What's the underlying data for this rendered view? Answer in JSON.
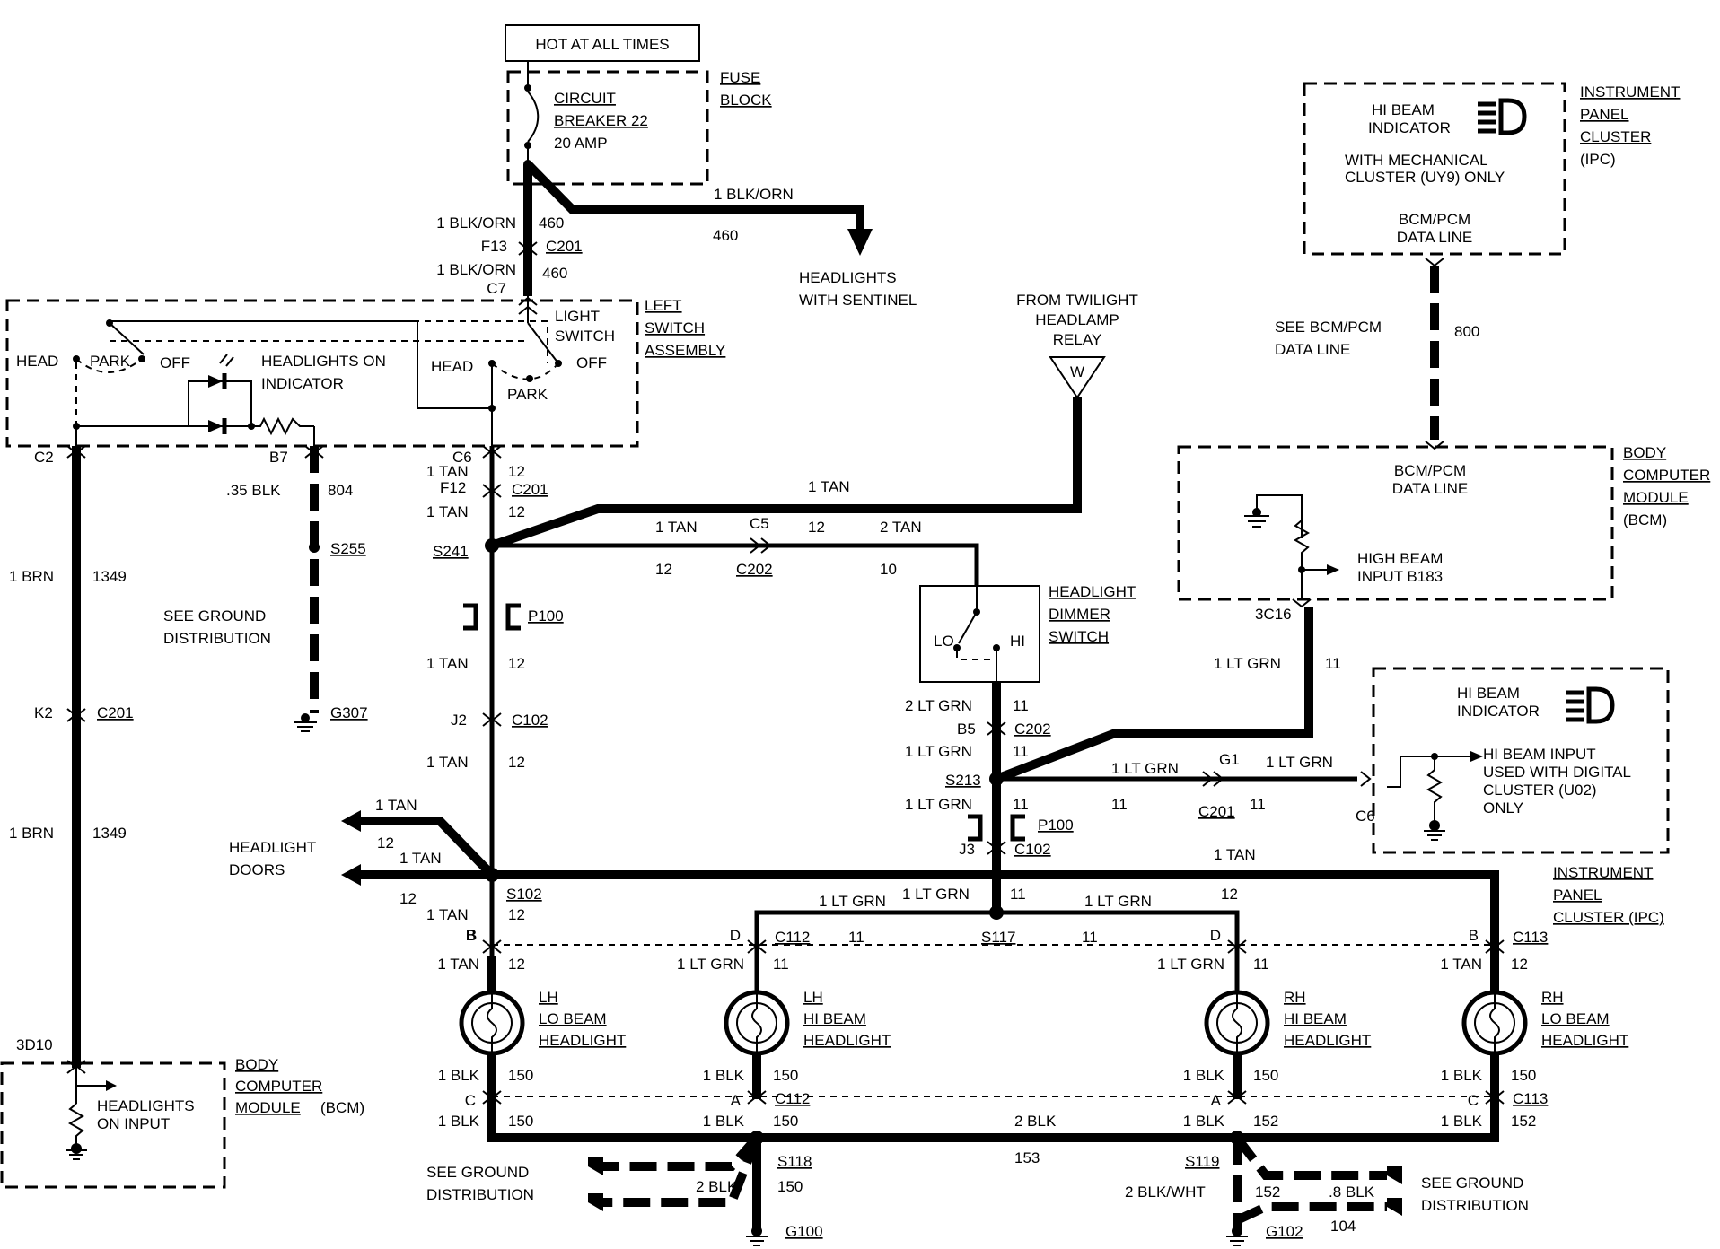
{
  "title": "HOT AT ALL TIMES",
  "fuse_block": {
    "label1": "FUSE",
    "label2": "BLOCK",
    "cb1": "CIRCUIT",
    "cb2": "BREAKER 22",
    "cb3": "20 AMP"
  },
  "feed": {
    "w1": "1 BLK/ORN",
    "c1": "460",
    "conn_pin": "F13",
    "conn": "C201",
    "w2": "1 BLK/ORN",
    "c2": "460",
    "pin2": "C7",
    "branch_w": "1 BLK/ORN",
    "branch_c": "460",
    "branch_to1": "HEADLIGHTS",
    "branch_to2": "WITH SENTINEL"
  },
  "light_switch": {
    "l1": "LEFT",
    "l2": "SWITCH",
    "l3": "ASSEMBLY",
    "name1": "LIGHT",
    "name2": "SWITCH",
    "head": "HEAD",
    "park": "PARK",
    "off": "OFF",
    "head2": "HEAD",
    "park2": "PARK",
    "off2": "OFF",
    "ind1": "HEADLIGHTS ON",
    "ind2": "INDICATOR"
  },
  "left_chain": {
    "pin": "C2",
    "w": "1 BRN",
    "c": "1349",
    "k2": "K2",
    "conn": "C201",
    "w2": "1 BRN",
    "c2": "1349",
    "pin_bcm": "3D10"
  },
  "bcm_left": {
    "l1": "BODY",
    "l2": "COMPUTER",
    "l3": "MODULE",
    "l4": "(BCM)",
    "in1": "HEADLIGHTS",
    "in2": "ON INPUT"
  },
  "ground1": {
    "pin": "B7",
    "w": ".35 BLK",
    "c": "804",
    "splice": "S255",
    "see1": "SEE GROUND",
    "see2": "DISTRIBUTION",
    "g": "G307"
  },
  "center": {
    "c6": "C6",
    "w1": "1 TAN",
    "c1": "12",
    "f12": "F12",
    "conn1": "C201",
    "w2": "1 TAN",
    "c2": "12",
    "s241": "S241",
    "p100": "P100",
    "w3": "1 TAN",
    "c3": "12",
    "j2": "J2",
    "c102": "C102",
    "w4": "1 TAN",
    "c4": "12",
    "s102": "S102",
    "w5": "1 TAN",
    "c5": "12",
    "pinB": "B"
  },
  "doors": {
    "l1": "HEADLIGHT",
    "l2": "DOORS",
    "w1": "1 TAN",
    "c1": "12",
    "w2": "1 TAN",
    "c2": "12"
  },
  "twilight": {
    "l1": "FROM TWILIGHT",
    "l2": "HEADLAMP",
    "l3": "RELAY",
    "sym": "W",
    "w": "1 TAN"
  },
  "dimmer_feed": {
    "w1": "1 TAN",
    "c5": "C5",
    "c1": "12",
    "w2": "2 TAN",
    "c1b": "12",
    "conn": "C202",
    "c2": "10"
  },
  "dimmer": {
    "l1": "HEADLIGHT",
    "l2": "DIMMER",
    "l3": "SWITCH",
    "lo": "LO",
    "hi": "HI",
    "w1": "2 LT GRN",
    "c1": "11",
    "b5": "B5",
    "conn": "C202",
    "w2": "1 LT GRN",
    "c2": "11",
    "s213": "S213",
    "w3": "1 LT GRN",
    "c3": "11",
    "p100": "P100",
    "j3": "J3",
    "conn2": "C102",
    "s117": "S117"
  },
  "ipc_top": {
    "ind1": "HI BEAM",
    "ind2": "INDICATOR",
    "note1": "WITH MECHANICAL",
    "note2": "CLUSTER (UY9) ONLY",
    "data1": "BCM/PCM",
    "data2": "DATA LINE",
    "l1": "INSTRUMENT",
    "l2": "PANEL",
    "l3": "CLUSTER",
    "l4": "(IPC)"
  },
  "dataline": {
    "see1": "SEE BCM/PCM",
    "see2": "DATA LINE",
    "c": "800"
  },
  "bcm_right": {
    "d1": "BCM/PCM",
    "d2": "DATA LINE",
    "in1": "HIGH BEAM",
    "in2": "INPUT B183",
    "l1": "BODY",
    "l2": "COMPUTER",
    "l3": "MODULE",
    "l4": "(BCM)",
    "pin": "3C16",
    "w": "1 LT GRN",
    "c": "11"
  },
  "ipc_right": {
    "ind1": "HI BEAM",
    "ind2": "INDICATOR",
    "n1": "HI BEAM INPUT",
    "n2": "USED WITH DIGITAL",
    "n3": "CLUSTER (U02)",
    "n4": "ONLY",
    "pin": "C6",
    "w1": "1 LT GRN",
    "c1": "11",
    "g1": "G1",
    "w2": "1 LT GRN",
    "conn": "C201",
    "c2": "11"
  },
  "ipc_label": {
    "l1": "INSTRUMENT",
    "l2": "PANEL",
    "l3": "CLUSTER (IPC)",
    "w": "1 TAN"
  },
  "lamps": [
    {
      "n1": "LH",
      "n2": "LO BEAM",
      "n3": "HEADLIGHT",
      "pin": "B",
      "w": "1 TAN",
      "c": "12",
      "gpin": "C",
      "gw": "1 BLK",
      "gc": "150",
      "gw2": "1 BLK",
      "gc2": "150"
    },
    {
      "n1": "LH",
      "n2": "HI BEAM",
      "n3": "HEADLIGHT",
      "pin": "D",
      "conn": "C112",
      "w": "1 LT GRN",
      "c": "11",
      "gpin": "A",
      "gconn": "C112",
      "gw": "1 BLK",
      "gc": "150",
      "gw2": "1 BLK",
      "gc2": "150"
    },
    {
      "n1": "RH",
      "n2": "HI BEAM",
      "n3": "HEADLIGHT",
      "pin": "D",
      "w": "1 LT GRN",
      "c": "11",
      "gpin": "A",
      "gw": "1 BLK",
      "gc": "150",
      "gw2": "1 BLK",
      "gc2": "152"
    },
    {
      "n1": "RH",
      "n2": "LO BEAM",
      "n3": "HEADLIGHT",
      "pin": "B",
      "conn": "C113",
      "w": "1 TAN",
      "c": "12",
      "gpin": "C",
      "gconn": "C113",
      "gw": "1 BLK",
      "gc": "150",
      "gw2": "1 BLK",
      "gc2": "152"
    }
  ],
  "hibus": {
    "w1": "1 LT GRN",
    "c1": "11",
    "w2": "1 LT GRN",
    "c2": "11",
    "w3": "1 LT GRN",
    "c3": "12",
    "c4": "11"
  },
  "gnd_bottom": {
    "w": "2 BLK",
    "c": "153",
    "s118": "S118",
    "w118": "2 BLK",
    "c118": "150",
    "g100": "G100",
    "s119": "S119",
    "w119": "2 BLK/WHT",
    "c119": "152",
    "w8": ".8 BLK",
    "c8": "104",
    "g102": "G102",
    "see1": "SEE GROUND",
    "see2": "DISTRIBUTION",
    "see3": "SEE GROUND",
    "see4": "DISTRIBUTION"
  }
}
